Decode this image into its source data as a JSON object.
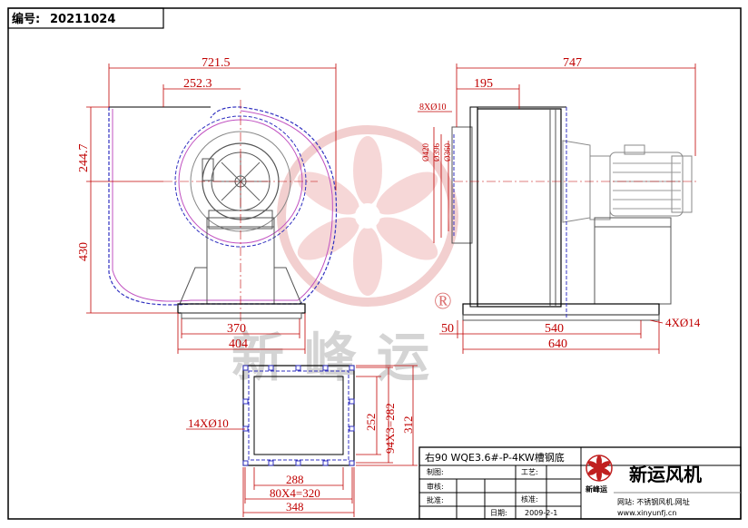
{
  "header": {
    "drawing_no_label": "编号:",
    "drawing_no_value": "20211024"
  },
  "front_view": {
    "dim_total_width": "721.5",
    "dim_outlet_offset": "252.3",
    "dim_outlet_height": "244.7",
    "dim_center_height": "430",
    "dim_base_inner": "370",
    "dim_base_outer": "404"
  },
  "side_view": {
    "dim_total_length": "747",
    "dim_inlet_offset": "195",
    "dim_holes_top": "8XØ10",
    "dim_d1": "Ø420",
    "dim_d2": "Ø396",
    "dim_d3": "Ø360",
    "dim_foot_offset": "50",
    "dim_base_inner": "540",
    "dim_base_outer": "640",
    "dim_base_holes": "4XØ14"
  },
  "flange_view": {
    "dim_holes": "14XØ10",
    "dim_inner_h": "252",
    "dim_pitch_v": "94X3=282",
    "dim_outer_h": "312",
    "dim_inner_w": "288",
    "dim_pitch_h": "80X4=320",
    "dim_outer_w": "348"
  },
  "watermark": {
    "text": "新峰运",
    "registered": "®"
  },
  "title_block": {
    "model": "右90 WQE3.6#-P-4KW槽钢底",
    "company": "新运风机",
    "logo_caption": "新峰运",
    "row_labels": [
      "制图:",
      "审核:",
      "批准:"
    ],
    "right_labels": [
      "工艺:",
      "核准:",
      "日期:"
    ],
    "date": "2009-2-1",
    "website_label": "网站: 不锈钢风机.网址",
    "website_url": "www.xinyunfj.cn"
  },
  "colors": {
    "dimension": "#c00000",
    "outline": "#000000",
    "motor": "#888888",
    "hidden": "#3030c0",
    "watermark": "#e8b0b0"
  }
}
